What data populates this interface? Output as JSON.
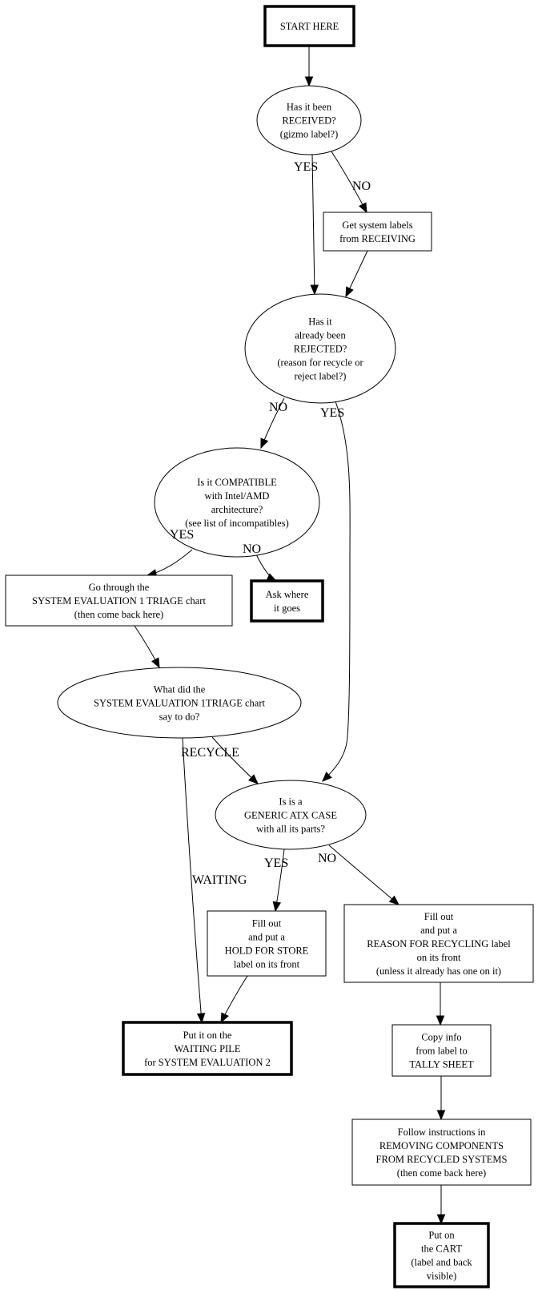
{
  "title": "System evaluation flowchart",
  "nodes": {
    "start": {
      "shape": "box",
      "terminal": true,
      "lines": [
        "START HERE"
      ]
    },
    "received": {
      "shape": "ellipse",
      "terminal": false,
      "lines": [
        "Has it been",
        "RECEIVED?",
        "(gizmo label?)"
      ]
    },
    "get_labels": {
      "shape": "box",
      "terminal": false,
      "lines": [
        "Get system labels",
        "from RECEIVING"
      ]
    },
    "rejected": {
      "shape": "ellipse",
      "terminal": false,
      "lines": [
        "Has it",
        "already been",
        "REJECTED?",
        "(reason for recycle or",
        "reject label?)"
      ]
    },
    "compatible": {
      "shape": "ellipse",
      "terminal": false,
      "lines": [
        "Is it COMPATIBLE",
        "with Intel/AMD",
        "architecture?",
        "(see list of incompatibles)"
      ]
    },
    "triage": {
      "shape": "box",
      "terminal": false,
      "lines": [
        "Go through the",
        "SYSTEM EVALUATION 1 TRIAGE chart",
        "(then come back here)"
      ]
    },
    "ask": {
      "shape": "box",
      "terminal": true,
      "lines": [
        "Ask where",
        "it goes"
      ]
    },
    "what_did": {
      "shape": "ellipse",
      "terminal": false,
      "lines": [
        "What did the",
        "SYSTEM EVALUATION 1TRIAGE chart",
        "say to do?"
      ]
    },
    "generic_atx": {
      "shape": "ellipse",
      "terminal": false,
      "lines": [
        "Is is a",
        "GENERIC ATX CASE",
        "with all its parts?"
      ]
    },
    "hold_store": {
      "shape": "box",
      "terminal": false,
      "lines": [
        "Fill out",
        "and put a",
        "HOLD FOR STORE",
        "label on its front"
      ]
    },
    "reason_recycling": {
      "shape": "box",
      "terminal": false,
      "lines": [
        "Fill out",
        "and put a",
        "REASON FOR RECYCLING label",
        "on its front",
        "(unless it already has one on it)"
      ]
    },
    "waiting_pile": {
      "shape": "box",
      "terminal": true,
      "lines": [
        "Put it on the",
        "WAITING PILE",
        "for SYSTEM EVALUATION 2"
      ]
    },
    "tally": {
      "shape": "box",
      "terminal": false,
      "lines": [
        "Copy info",
        "from label to",
        "TALLY SHEET"
      ]
    },
    "removing": {
      "shape": "box",
      "terminal": false,
      "lines": [
        "Follow instructions in",
        "REMOVING COMPONENTS",
        "FROM RECYCLED SYSTEMS",
        "(then come back here)"
      ]
    },
    "cart": {
      "shape": "box",
      "terminal": true,
      "lines": [
        "Put on",
        "the CART",
        "(label and back",
        "visible)"
      ]
    }
  },
  "edges": [
    {
      "from": "start",
      "to": "received",
      "label": ""
    },
    {
      "from": "received",
      "to": "rejected",
      "label": "YES"
    },
    {
      "from": "received",
      "to": "get_labels",
      "label": "NO"
    },
    {
      "from": "get_labels",
      "to": "rejected",
      "label": ""
    },
    {
      "from": "rejected",
      "to": "compatible",
      "label": "NO"
    },
    {
      "from": "rejected",
      "to": "generic_atx",
      "label": "YES"
    },
    {
      "from": "compatible",
      "to": "triage",
      "label": "YES"
    },
    {
      "from": "compatible",
      "to": "ask",
      "label": "NO"
    },
    {
      "from": "triage",
      "to": "what_did",
      "label": ""
    },
    {
      "from": "what_did",
      "to": "generic_atx",
      "label": "RECYCLE"
    },
    {
      "from": "what_did",
      "to": "waiting_pile",
      "label": "WAITING"
    },
    {
      "from": "generic_atx",
      "to": "hold_store",
      "label": "YES"
    },
    {
      "from": "generic_atx",
      "to": "reason_recycling",
      "label": "NO"
    },
    {
      "from": "hold_store",
      "to": "waiting_pile",
      "label": ""
    },
    {
      "from": "reason_recycling",
      "to": "tally",
      "label": ""
    },
    {
      "from": "tally",
      "to": "removing",
      "label": ""
    },
    {
      "from": "removing",
      "to": "cart",
      "label": ""
    }
  ]
}
